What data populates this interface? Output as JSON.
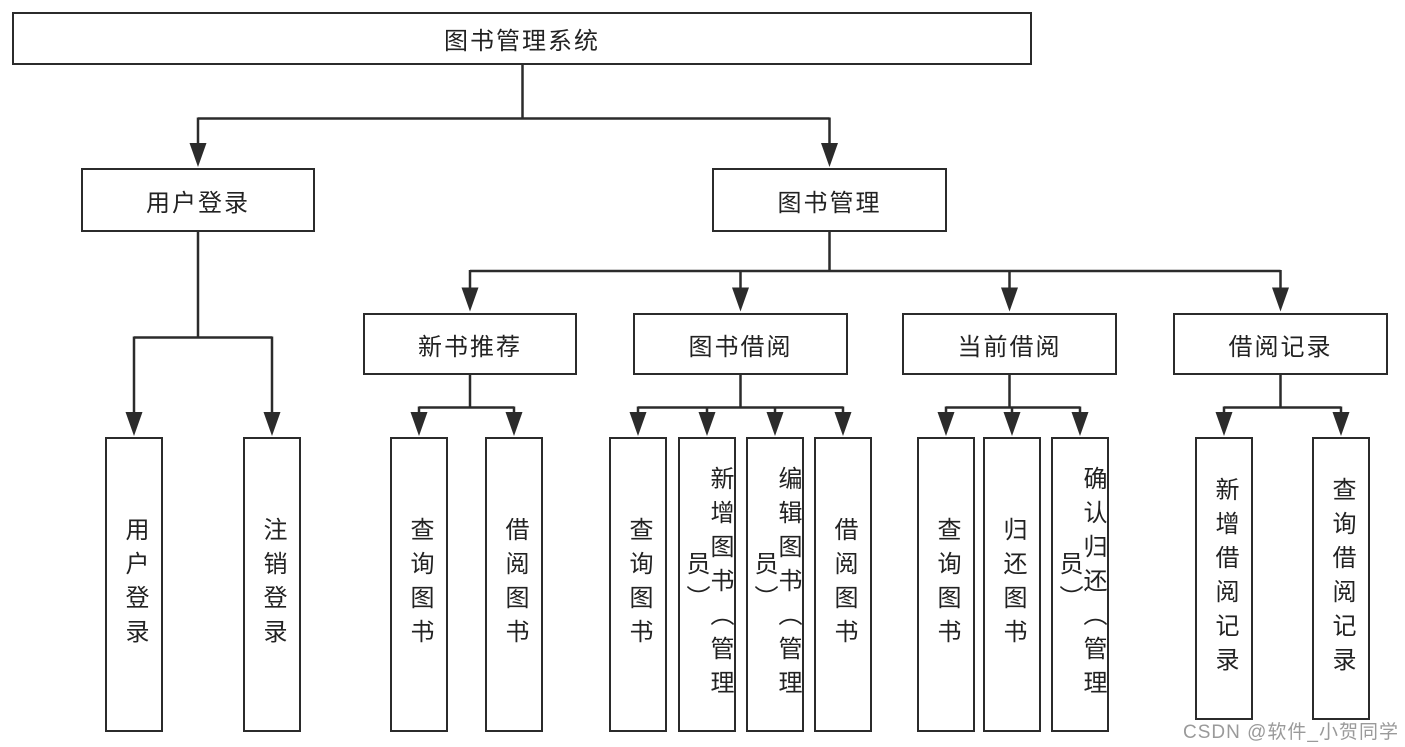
{
  "diagram": {
    "root": {
      "label": "图书管理系统"
    },
    "branches": [
      {
        "label": "用户登录",
        "children": [
          {
            "label": "用户登录"
          },
          {
            "label": "注销登录"
          }
        ]
      },
      {
        "label": "图书管理",
        "groups": [
          {
            "label": "新书推荐",
            "children": [
              {
                "label": "查询图书"
              },
              {
                "label": "借阅图书"
              }
            ]
          },
          {
            "label": "图书借阅",
            "children": [
              {
                "label": "查询图书"
              },
              {
                "label": "新增图书（管理员）"
              },
              {
                "label": "编辑图书（管理员）"
              },
              {
                "label": "借阅图书"
              }
            ]
          },
          {
            "label": "当前借阅",
            "children": [
              {
                "label": "查询图书"
              },
              {
                "label": "归还图书"
              },
              {
                "label": "确认归还（管理员）"
              }
            ]
          },
          {
            "label": "借阅记录",
            "children": [
              {
                "label": "新增借阅记录"
              },
              {
                "label": "查询借阅记录"
              }
            ]
          }
        ]
      }
    ]
  },
  "watermark": {
    "text": "CSDN @软件_小贺同学"
  },
  "colors": {
    "line": "#2b2b2b",
    "text": "#222222",
    "watermark": "#9a9a9a",
    "background": "#ffffff"
  }
}
